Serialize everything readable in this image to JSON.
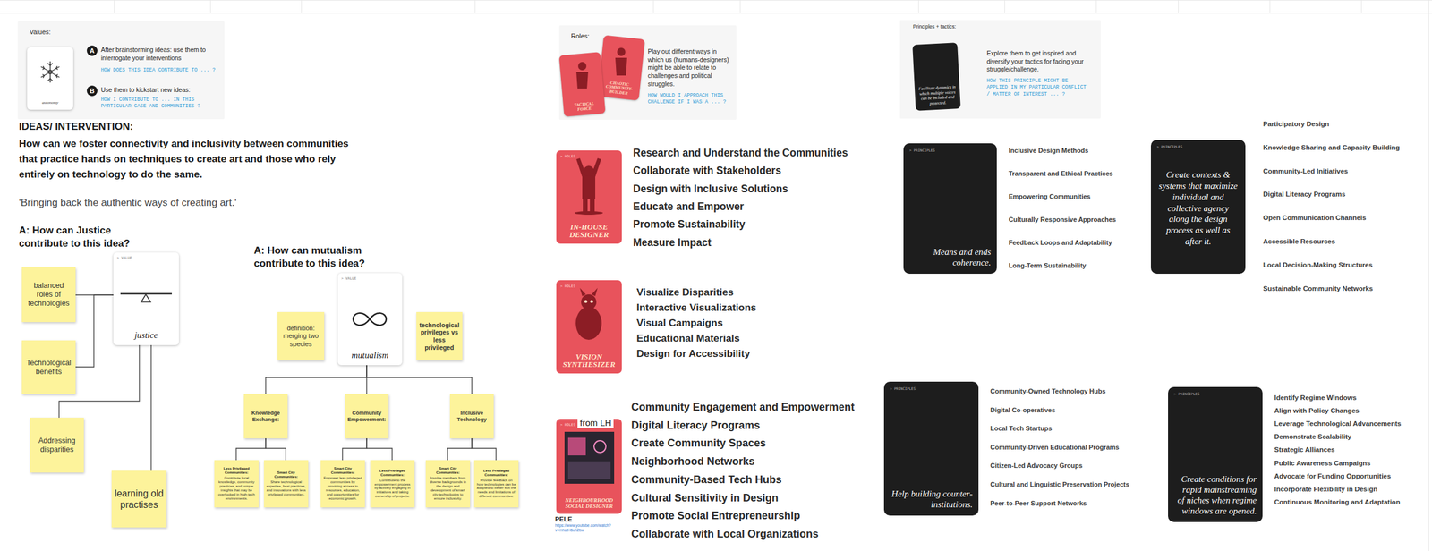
{
  "diagram": {
    "nodes": [
      {
        "text": [
          "Values:",
          "After brainstorming ideas: use them to interrogate your interventions",
          "HOW DOES THIS IDEA CONTRIBUTE TO ... ?",
          "Use them to kickstart new ideas:",
          "HOW I CONTRIBUTE TO ... IN THIS PARTICULAR CASE AND COMMUNITIES ?"
        ]
      },
      {
        "text": [
          "autonomy"
        ],
        "in": 0
      },
      {
        "text": [
          "A"
        ],
        "in": 0
      },
      {
        "text": [
          "B"
        ],
        "in": 0
      },
      {
        "text": [
          "Roles:",
          "Play out different ways in which us (humans-designers) might be able to relate to challenges and political struggles.",
          "HOW WOULD I APPROACH THIS CHALLENGE IF I WAS A ... ?"
        ]
      },
      {
        "text": [
          "CHAOTIC COMMUNITY-BUILDER"
        ],
        "in": 4
      },
      {
        "text": [
          "TACTICAL FORCE"
        ],
        "in": 4
      },
      {
        "text": [
          "Principles + tactics:",
          "Explore them to get inspired and diversify your tactics for facing your struggle/challenge.",
          "HOW THIS PRINCIPLE MIGHT BE APPLIED IN MY PARTICULAR CONFLICT / MATTER OF INTEREST ... ?"
        ]
      },
      {
        "text": [
          "Facilitate dynamics in which multiple voices can be included and protected."
        ],
        "in": 7
      },
      {
        "text": [
          "> VALUE",
          "justice"
        ]
      },
      {
        "text": [
          "balanced roles of technologies"
        ]
      },
      {
        "text": [
          "Technological benefits"
        ]
      },
      {
        "text": [
          "Addressing disparities"
        ]
      },
      {
        "text": [
          "learning old practises"
        ]
      },
      {
        "text": [
          "> VALUE",
          "mutualism"
        ]
      },
      {
        "text": [
          "definition: merging two species"
        ]
      },
      {
        "text": [
          "technological privileges vs less privileged"
        ]
      },
      {
        "text": [
          "Knowledge Exchange:"
        ]
      },
      {
        "text": [
          "Community Empowerment:"
        ]
      },
      {
        "text": [
          "Inclusive Technology"
        ]
      },
      {
        "text": [
          "Less Privileged Communities:",
          "Contribute local knowledge, community practices, and unique insights that may be overlooked in high-tech environments."
        ]
      },
      {
        "text": [
          "Smart City Communities:",
          "Share technological expertise, best practices, and innovations with less privileged communities."
        ]
      },
      {
        "text": [
          "Smart City Communities:",
          "Empower less privileged communities by providing access to resources, education, and opportunities for economic growth."
        ]
      },
      {
        "text": [
          "Less Privileged Communities:",
          "Contribute to the empowerment process by actively engaging in initiatives and taking ownership of projects."
        ]
      },
      {
        "text": [
          "Smart City Communities:",
          "Involve members from diverse backgrounds in the design and development of smart city technologies to ensure inclusivity."
        ]
      },
      {
        "text": [
          "Less Privileged Communities:",
          "Provide feedback on how technologies can be adapted to better suit the needs and limitations of different communities."
        ]
      },
      {
        "text": [
          "> ROLES",
          "IN-HOUSE DESIGNER"
        ]
      },
      {
        "text": [
          "> ROLES",
          "VISION SYNTHESIZER"
        ]
      },
      {
        "text": [
          "> ROLES",
          "NEIGHBOURHOOD SOCIAL DESIGNER"
        ]
      },
      {
        "text": [
          "> PRINCIPLES",
          "Means and ends coherence."
        ]
      },
      {
        "text": [
          "> PRINCIPLES",
          "Create contexts & systems that maximize individual and collective agency along the design process as well as after it."
        ]
      },
      {
        "text": [
          "> PRINCIPLES",
          "Help building counter-institutions."
        ]
      },
      {
        "text": [
          "> PRINCIPLES",
          "Create conditions for rapid mainstreaming of niches when regime windows are opened."
        ]
      }
    ],
    "edges": [
      {
        "from": 9,
        "to": 10,
        "arrow": "none"
      },
      {
        "from": 9,
        "to": 11,
        "arrow": "none"
      },
      {
        "from": 9,
        "to": 12,
        "arrow": "none"
      },
      {
        "from": 9,
        "to": 13,
        "arrow": "none"
      },
      {
        "from": 14,
        "to": 17,
        "arrow": "none"
      },
      {
        "from": 14,
        "to": 18,
        "arrow": "none"
      },
      {
        "from": 14,
        "to": 19,
        "arrow": "none"
      },
      {
        "from": 17,
        "to": 20,
        "arrow": "none"
      },
      {
        "from": 17,
        "to": 21,
        "arrow": "none"
      },
      {
        "from": 18,
        "to": 22,
        "arrow": "none"
      },
      {
        "from": 18,
        "to": 23,
        "arrow": "none"
      },
      {
        "from": 19,
        "to": 24,
        "arrow": "none"
      },
      {
        "from": 19,
        "to": 25,
        "arrow": "none"
      }
    ],
    "labels": [
      "IDEAS/ INTERVENTION:",
      "How can we foster connectivity and inclusivity between communities that practice hands on techniques to create art and those who rely entirely on technology to do the same.",
      "'Bringing back the authentic ways of creating art.'",
      "A: How can Justice contribute to this idea?",
      "A: How can mutualism contribute to this idea?",
      "Research and Understand the Communities",
      "Collaborate with Stakeholders",
      "Design with Inclusive Solutions",
      "Educate and Empower",
      "Promote Sustainability",
      "Measure Impact",
      "Visualize Disparities",
      "Interactive Visualizations",
      "Visual Campaigns",
      "Educational Materials",
      "Design for Accessibility",
      "from LH",
      "Community Engagement and Empowerment",
      "Digital Literacy Programs",
      "Create Community Spaces",
      "Neighborhood Networks",
      "Community-Based Tech Hubs",
      "Cultural Sensitivity in Design",
      "Promote Social Entrepreneurship",
      "Collaborate with Local Organizations",
      "PELE",
      "https://www.youtube.com/watch?v=mhatH6uh2bw",
      "Inclusive Design Methods",
      "Transparent and Ethical Practices",
      "Empowering Communities",
      "Culturally Responsive Approaches",
      "Feedback Loops and Adaptability",
      "Long-Term Sustainability",
      "Participatory Design",
      "Knowledge Sharing and Capacity Building",
      "Community-Led Initiatives",
      "Digital Literacy Programs",
      "Open Communication Channels",
      "Accessible Resources",
      "Local Decision-Making Structures",
      "Sustainable Community Networks",
      "Community-Owned Technology Hubs",
      "Digital Co-operatives",
      "Local Tech Startups",
      "Community-Driven Educational Programs",
      "Citizen-Led Advocacy Groups",
      "Cultural and Linguistic Preservation Projects",
      "Peer-to-Peer Support Networks",
      "Identify Regime Windows",
      "Align with Policy Changes",
      "Leverage Technological Advancements",
      "Demonstrate Scalability",
      "Strategic Alliances",
      "Public Awareness Campaigns",
      "Advocate for Funding Opportunities",
      "Incorporate Flexibility in Design",
      "Continuous Monitoring and Adaptation"
    ]
  }
}
